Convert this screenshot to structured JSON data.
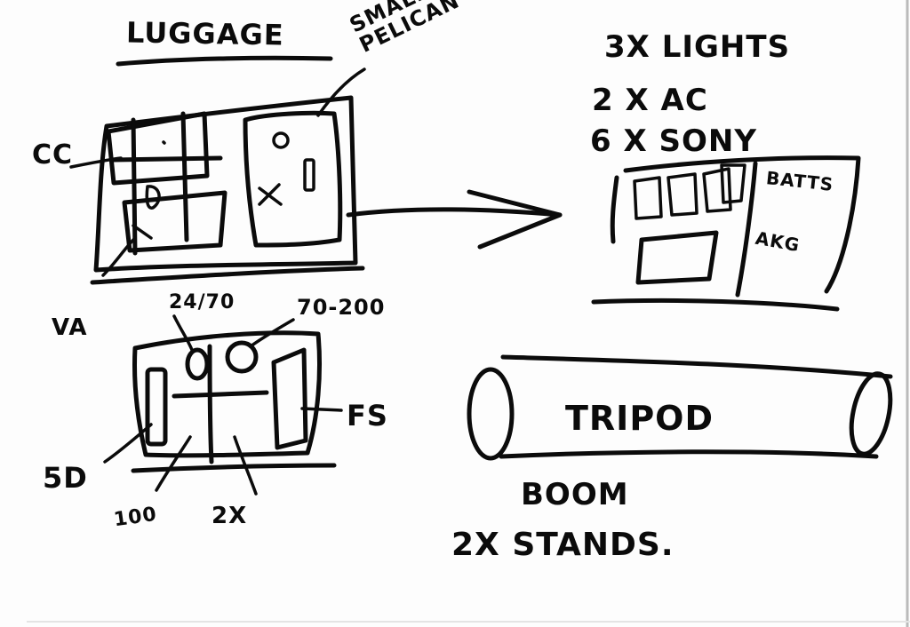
{
  "labels": {
    "luggage": "LUGGAGE",
    "small_pelican": "SMALL\nPELICAN",
    "cc": "CC",
    "va": "VA",
    "lens_24_70": "24/70",
    "lens_70_200": "70-200",
    "fs": "FS",
    "five_d": "5D",
    "lens_100": "100",
    "two_x": "2X",
    "lights_line1": "3X LIGHTS",
    "lights_line2": "2 X AC",
    "lights_line3": "6 X SONY",
    "batts": "BATTS",
    "akg": "AKG",
    "tripod": "TRIPOD",
    "boom": "BOOM",
    "stands": "2X STANDS."
  }
}
